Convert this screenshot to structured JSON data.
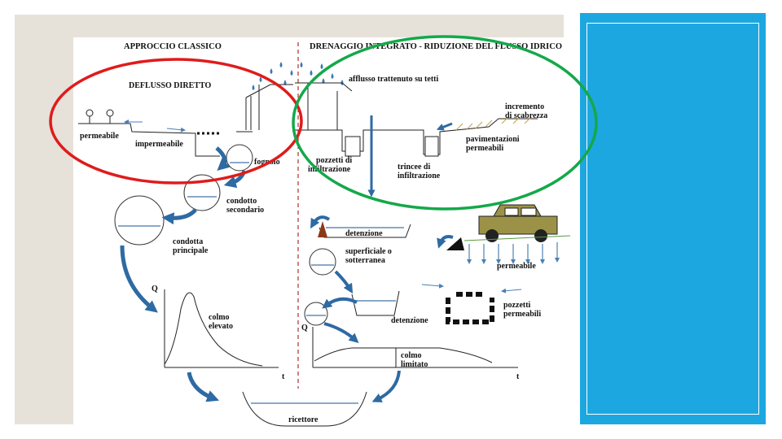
{
  "header": {
    "left": "APPROCCIO CLASSICO",
    "right": "DRENAGGIO INTEGRATO - RIDUZIONE DEL FLUSSO IDRICO"
  },
  "left_labels": {
    "deflusso": "DEFLUSSO DIRETTO",
    "permeabile": "permeabile",
    "impermeabile": "impermeabile",
    "fognolo": "fognolo",
    "condotto_l1": "condotto",
    "condotto_l2": "secondario",
    "condotta_l1": "condotta",
    "condotta_l2": "principale",
    "colmo_l1": "colmo",
    "colmo_l2": "elevato",
    "q": "Q",
    "t": "t"
  },
  "right_labels": {
    "afflusso": "afflusso trattenuto su tetti",
    "incremento_l1": "incremento",
    "incremento_l2": "di scabrezza",
    "pozzetti_l1": "pozzetti di",
    "pozzetti_l2": "infiltrazione",
    "trincee_l1": "trincee di",
    "trincee_l2": "infiltrazione",
    "pav_l1": "pavimentazioni",
    "pav_l2": "permeabili",
    "detenzione1": "detenzione",
    "superficiale_l1": "superficiale o",
    "superficiale_l2": "sotterranea",
    "permeabile": "permeabile",
    "pozz_perm_l1": "pozzetti",
    "pozz_perm_l2": "permeabili",
    "detenzione2": "detenzione",
    "colmo_l1": "colmo",
    "colmo_l2": "limitato",
    "q": "Q",
    "t": "t"
  },
  "bottom": {
    "ricettore": "ricettore"
  },
  "colors": {
    "flow_arrow": "#2e6aa3",
    "rain": "#3a78b5",
    "red_highlight": "#e01b1b",
    "green_highlight": "#14a84a",
    "panel": "#1da7e0",
    "car": "#9b9248"
  }
}
